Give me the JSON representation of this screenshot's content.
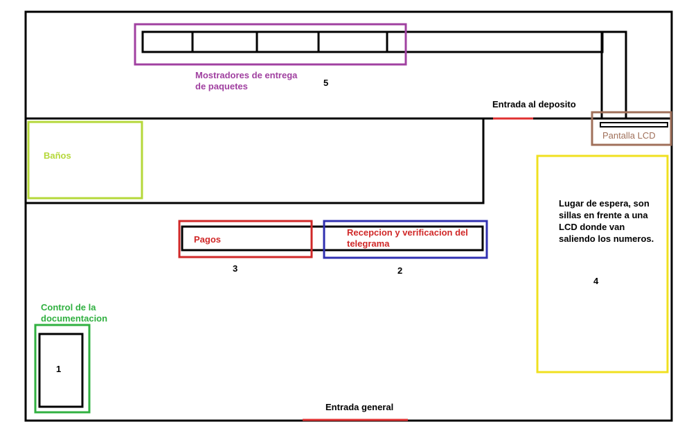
{
  "labels": {
    "mostradores": "Mostradores de entrega de paquetes",
    "numero_5": "5",
    "entrada_deposito": "Entrada al deposito",
    "banos": "Baños",
    "pantalla_lcd": "Pantalla LCD",
    "lugar_espera": "Lugar de espera, son sillas en frente a una LCD donde van saliendo los numeros.",
    "pagos": "Pagos",
    "recepcion": "Recepcion y verificacion del telegrama",
    "numero_3": "3",
    "numero_2": "2",
    "numero_4": "4",
    "control": "Control de la documentacion",
    "numero_1": "1",
    "entrada_general": "Entrada general"
  },
  "colors": {
    "wall": "#000000",
    "mostradores": "#a040a0",
    "banos": "#b5d83a",
    "pantalla": "#a0705a",
    "espera": "#f0e020",
    "pagos": "#d02828",
    "recepcion_box": "#3030b0",
    "recepcion_text": "#d02828",
    "control": "#30b040",
    "entrada": "#e03030"
  }
}
